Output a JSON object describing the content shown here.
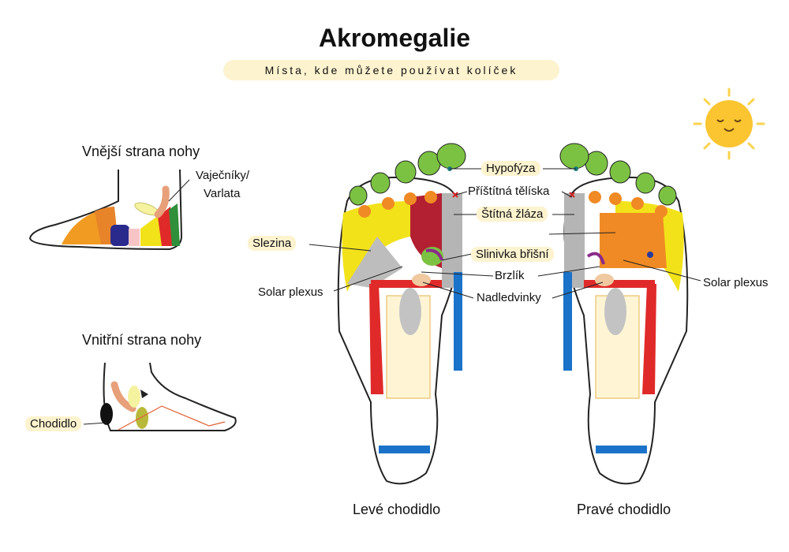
{
  "title": "Akromegalie",
  "subtitle": "Místa, kde můžete používat kolíček",
  "outer": {
    "heading": "Vnější strana nohy",
    "label_line1": "Vaječníky/",
    "label_line2": "Varlata"
  },
  "inner": {
    "heading": "Vnitřní strana nohy",
    "label": "Chodidlo"
  },
  "labels": {
    "hypofyza": "Hypofýza",
    "pristitna": "Příštítná tělíska",
    "stitna": "Štítná žláza",
    "slezina": "Slezina",
    "slinivka": "Slinivka břišní",
    "brzlik": "Brzlík",
    "nadledvinky": "Nadledvinky",
    "solar_left": "Solar plexus",
    "solar_right": "Solar plexus"
  },
  "feet": {
    "left": "Levé chodidlo",
    "right": "Pravé chodidlo"
  },
  "colors": {
    "yellow": "#f2e21a",
    "red": "#e02a2a",
    "blue": "#1a73c9",
    "green": "#7cc242",
    "orange": "#f08a24",
    "gray": "#b5b5b5",
    "darkred": "#b22032",
    "purple": "#8a2a8a",
    "highlight": "#fdf3cf"
  }
}
